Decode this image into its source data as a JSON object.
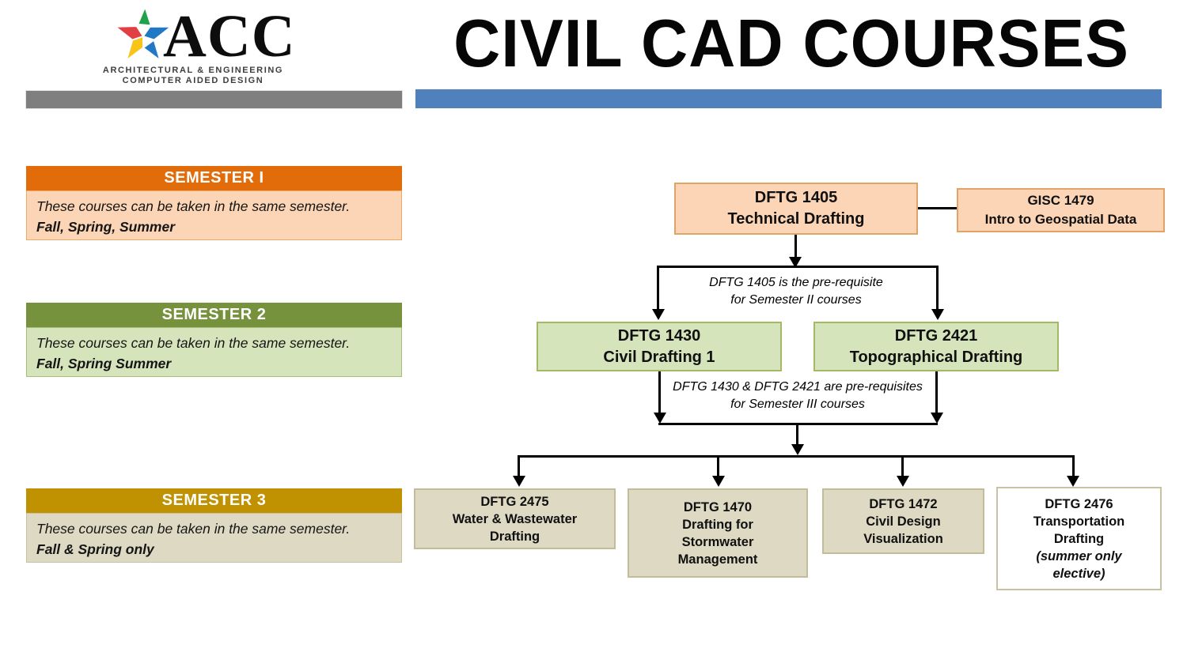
{
  "header": {
    "logo": {
      "acronym": "ACC",
      "subtitle_line1": "ARCHITECTURAL & ENGINEERING",
      "subtitle_line2": "COMPUTER AIDED DESIGN",
      "star_icon_colors": {
        "green": "#1fa24a",
        "blue": "#2178c4",
        "red": "#e23f44",
        "yellow": "#f8c418"
      }
    },
    "title": "CIVIL CAD COURSES",
    "accent_bars": {
      "gray": "#7f7f7f",
      "blue": "#4f81bd"
    }
  },
  "semesters": [
    {
      "label": "SEMESTER I",
      "note": "These courses can be taken in the same semester.",
      "terms": "Fall, Spring, Summer",
      "header_color": "#e36c0a",
      "body_color": "#fbd5b5"
    },
    {
      "label": "SEMESTER 2",
      "note": "These courses can be taken in the same semester.",
      "terms": "Fall, Spring Summer",
      "header_color": "#76923c",
      "body_color": "#d6e4bc"
    },
    {
      "label": "SEMESTER 3",
      "note": "These courses can be taken in the same semester.",
      "terms": "Fall & Spring only",
      "header_color": "#c09100",
      "body_color": "#ddd9c3"
    }
  ],
  "flow": {
    "dftg1405": {
      "code": "DFTG 1405",
      "name": "Technical Drafting"
    },
    "gisc1479": {
      "code": "GISC 1479",
      "name": "Intro to Geospatial Data"
    },
    "dftg1430": {
      "code": "DFTG 1430",
      "name": "Civil Drafting 1"
    },
    "dftg2421": {
      "code": "DFTG 2421",
      "name": "Topographical Drafting"
    },
    "dftg2475": {
      "code": "DFTG 2475",
      "name": "Water & Wastewater\nDrafting"
    },
    "dftg1470": {
      "code": "DFTG 1470",
      "name": "Drafting for\nStormwater\nManagement"
    },
    "dftg1472": {
      "code": "DFTG 1472",
      "name": "Civil Design\nVisualization"
    },
    "dftg2476": {
      "code": "DFTG 2476",
      "name": "Transportation\nDrafting",
      "note": "(summer only\nelective)"
    }
  },
  "notes": {
    "prereq_sem2": "DFTG 1405 is the pre-requisite\nfor Semester II courses",
    "prereq_sem3": "DFTG 1430 & DFTG 2421 are pre-requisites\nfor Semester III courses"
  }
}
